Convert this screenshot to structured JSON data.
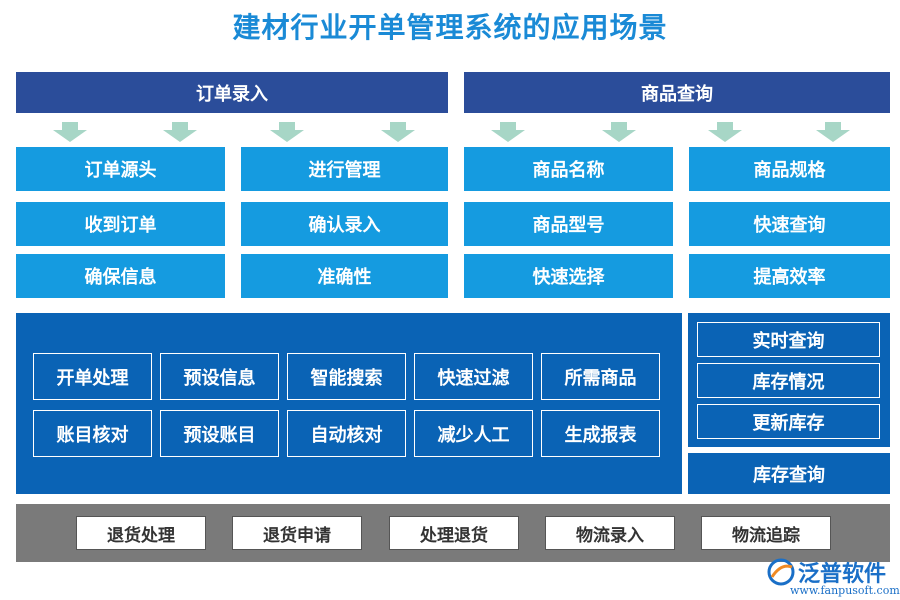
{
  "title": "建材行业开单管理系统的应用场景",
  "sections": {
    "left_header": "订单录入",
    "right_header": "商品查询"
  },
  "left_grid": [
    [
      "订单源头",
      "进行管理"
    ],
    [
      "收到订单",
      "确认录入"
    ],
    [
      "确保信息",
      "准确性"
    ]
  ],
  "right_grid": [
    [
      "商品名称",
      "商品规格"
    ],
    [
      "商品型号",
      "快速查询"
    ],
    [
      "快速选择",
      "提高效率"
    ]
  ],
  "main_panel": {
    "row1": [
      "开单处理",
      "预设信息",
      "智能搜索",
      "快速过滤",
      "所需商品"
    ],
    "row2": [
      "账目核对",
      "预设账目",
      "自动核对",
      "减少人工",
      "生成报表"
    ]
  },
  "side_panel": {
    "items": [
      "实时查询",
      "库存情况",
      "更新库存"
    ],
    "footer": "库存查询"
  },
  "bottom_bar": [
    "退货处理",
    "退货申请",
    "处理退货",
    "物流录入",
    "物流追踪"
  ],
  "watermark": {
    "brand": "泛普软件",
    "url": "www.fanpusoft.com"
  },
  "colors": {
    "title": "#1a8ad6",
    "header": "#2b4d9a",
    "cell": "#159be0",
    "panel": "#0a63b5",
    "arrow": "#a7d6c6",
    "bar": "#7a7a7a"
  }
}
